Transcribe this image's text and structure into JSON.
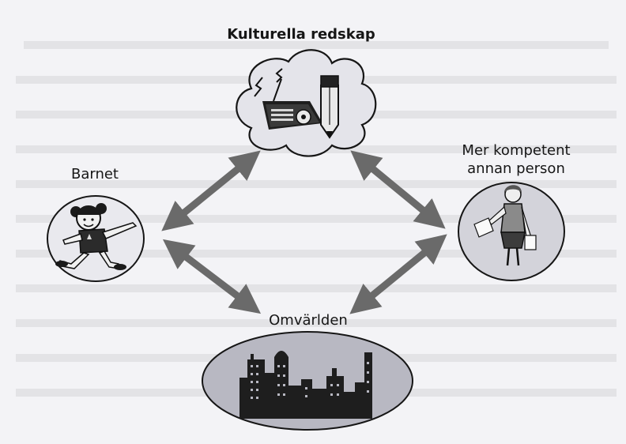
{
  "nodes": {
    "tools": {
      "label": "Kulturella redskap"
    },
    "child": {
      "label": "Barnet"
    },
    "competent": {
      "label_line1": "Mer kompetent",
      "label_line2": "annan person"
    },
    "world": {
      "label": "Omvärlden"
    }
  },
  "colors": {
    "ink": "#161616",
    "paper": "#f3f3f6",
    "node_fill": "#e4e4ea",
    "person_fill": "#cfcfd7",
    "world_fill": "#b5b5bf",
    "arrow": "#6a6a6a",
    "skyline": "#202020"
  },
  "arrows": [
    {
      "from": "child",
      "to": "tools",
      "type": "bidirectional"
    },
    {
      "from": "tools",
      "to": "competent",
      "type": "bidirectional"
    },
    {
      "from": "child",
      "to": "world",
      "type": "bidirectional"
    },
    {
      "from": "world",
      "to": "competent",
      "type": "bidirectional"
    }
  ],
  "icons": [
    "radio-icon",
    "pencil-icon",
    "child-running-icon",
    "woman-with-paper-icon",
    "city-skyline-icon"
  ]
}
